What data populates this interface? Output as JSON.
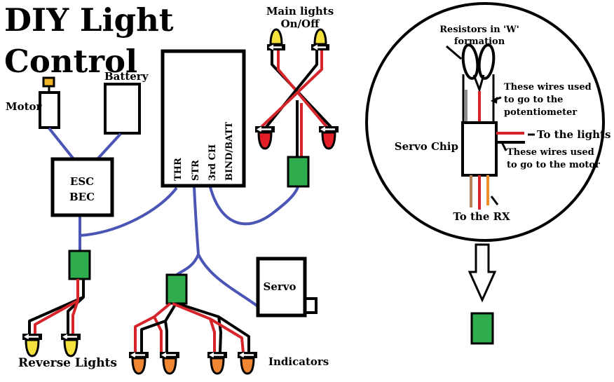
{
  "title": {
    "line1": "DIY Light",
    "line2": "Control"
  },
  "labels": {
    "motor": "Motor",
    "battery": "Battery",
    "esc_line1": "ESC",
    "esc_line2": "BEC",
    "main_lights_line1": "Main lights",
    "main_lights_line2": "On/Off",
    "reverse_lights": "Reverse Lights",
    "indicators": "Indicators",
    "servo": "Servo",
    "receiver_pins": [
      "THR",
      "STR",
      "3rd CH",
      "BIND/BATT"
    ]
  },
  "inset": {
    "resistors_line1": "Resistors in 'W'",
    "resistors_line2": "formation",
    "pot_line1": "These wires used",
    "pot_line2": "to go to the",
    "pot_line3": "potentiometer",
    "servo_chip": "Servo Chip",
    "to_lights": "To the lights",
    "motor_line1": "These wires used",
    "motor_line2": "to go to the motor",
    "to_rx": "To the RX"
  },
  "colors": {
    "wire_blue": "#4a55b5",
    "wire_red": "#d5252b",
    "wire_black": "#000000",
    "wire_gray": "#8c8c8c",
    "wire_brown": "#b5825a",
    "wire_orange": "#ef8f2b",
    "connector_green": "#2fad4e",
    "bulb_yellow": "#f5e13d",
    "bulb_red": "#e31e26",
    "bulb_orange": "#f08632",
    "motor_terminal": "#f0b429",
    "text_black": "#000000"
  }
}
